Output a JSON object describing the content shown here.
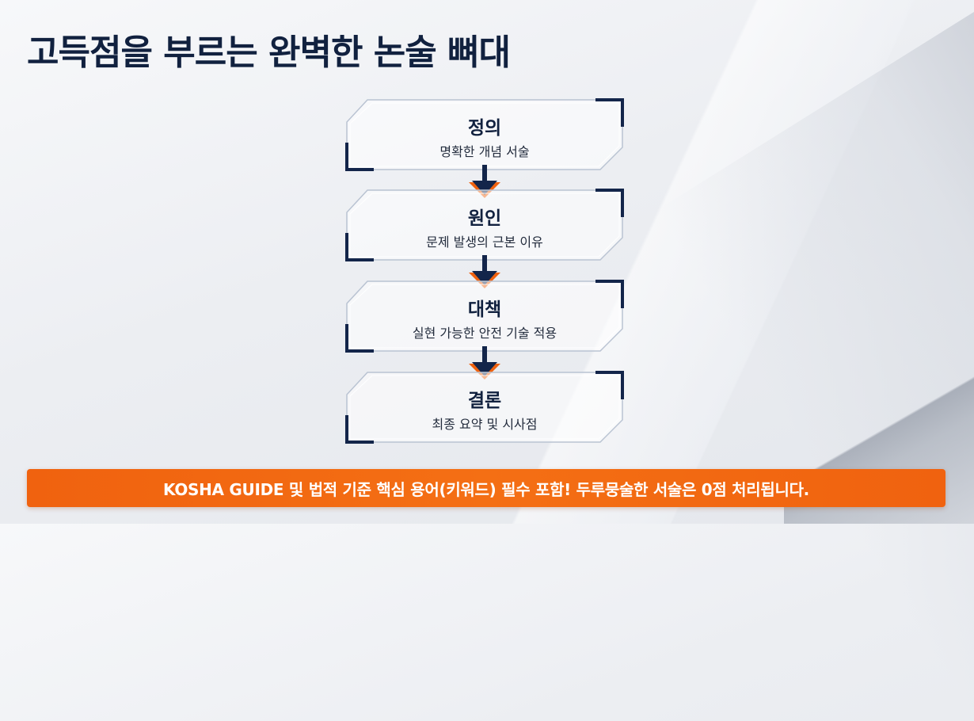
{
  "title": "고득점을 부르는 완벽한 논술 뼈대",
  "steps": [
    {
      "title": "정의",
      "desc": "명확한 개념 서술"
    },
    {
      "title": "원인",
      "desc": "문제 발생의 근본 이유"
    },
    {
      "title": "대책",
      "desc": "실현 가능한 안전 기술 적용"
    },
    {
      "title": "결론",
      "desc": "최종 요약 및 시사점"
    }
  ],
  "banner": {
    "text": "KOSHA GUIDE 및 법적 기준 핵심 용어(키워드) 필수 포함! 두루뭉술한 서술은 0점 처리됩니다."
  },
  "colors": {
    "navy": "#11213f",
    "accent": "#f0620f",
    "arrow_tip": "#f0620f"
  }
}
